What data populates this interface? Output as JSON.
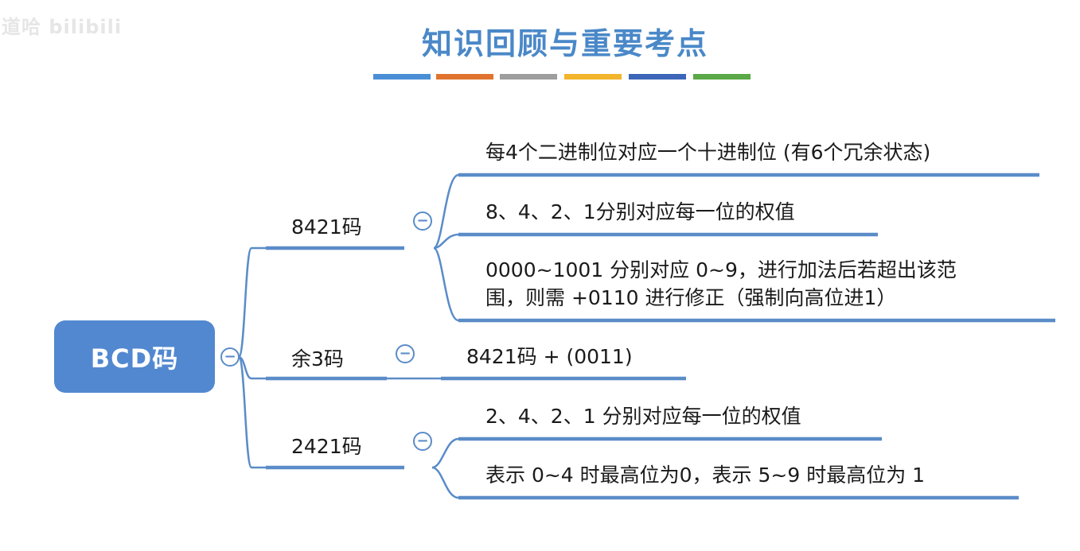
{
  "watermark": "道哈 bilibili",
  "title": "知识回顾与重要考点",
  "title_bar_colors": [
    "#4a8fd6",
    "#e0742f",
    "#9e9e9e",
    "#f2b52b",
    "#3d66b8",
    "#5aa846"
  ],
  "colors": {
    "accent": "#5288d0",
    "line": "#5a8cc8",
    "text": "#1a1a1a"
  },
  "mindmap": {
    "root": {
      "label": "BCD码"
    },
    "branches": [
      {
        "label": "8421码",
        "children": [
          {
            "lines": [
              "每4个二进制位对应一个十进制位 (有6个冗余状态)"
            ]
          },
          {
            "lines": [
              "8、4、2、1分别对应每一位的权值"
            ]
          },
          {
            "lines": [
              "0000~1001 分别对应 0~9，进行加法后若超出该范",
              "围，则需 +0110 进行修正（强制向高位进1）"
            ]
          }
        ]
      },
      {
        "label": "余3码",
        "children": [
          {
            "lines": [
              "8421码 + (0011)"
            ]
          }
        ]
      },
      {
        "label": "2421码",
        "children": [
          {
            "lines": [
              "2、4、2、1 分别对应每一位的权值"
            ]
          },
          {
            "lines": [
              "表示 0~4 时最高位为0，表示 5~9 时最高位为 1"
            ]
          }
        ]
      }
    ]
  }
}
